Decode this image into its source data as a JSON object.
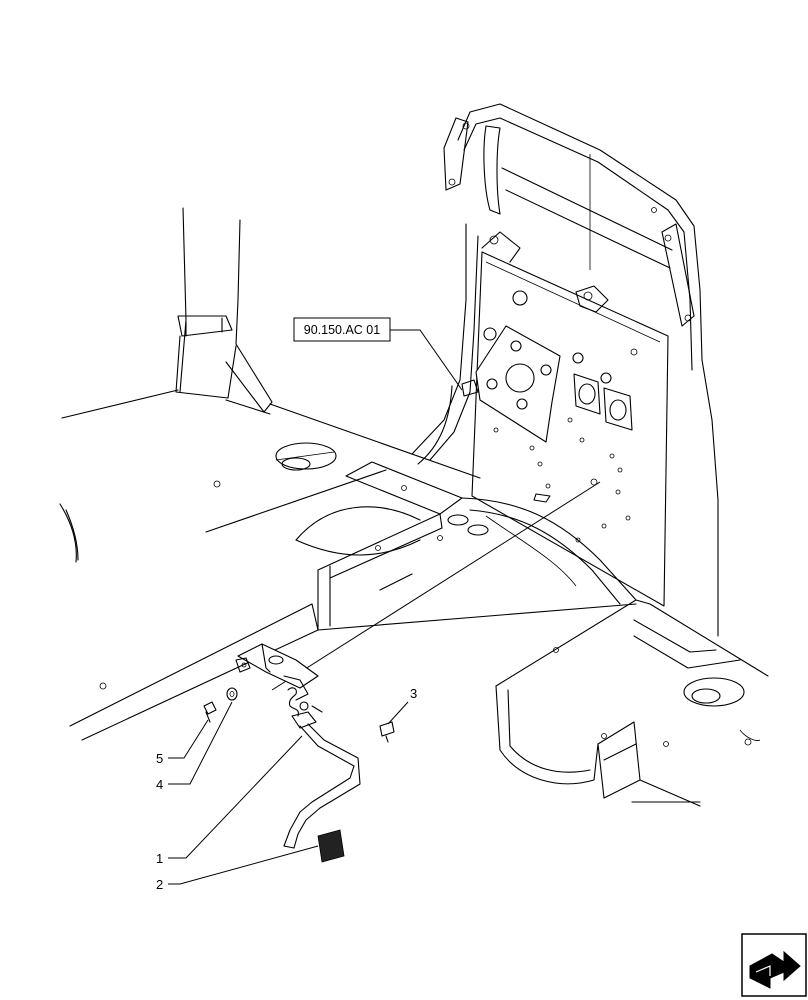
{
  "reference": {
    "label": "90.150.AC 01"
  },
  "callouts": [
    {
      "id": "1",
      "label": "1"
    },
    {
      "id": "2",
      "label": "2"
    },
    {
      "id": "3",
      "label": "3"
    },
    {
      "id": "4",
      "label": "4"
    },
    {
      "id": "5",
      "label": "5"
    }
  ],
  "navigation": {
    "icon": "next-page-arrow-icon"
  }
}
